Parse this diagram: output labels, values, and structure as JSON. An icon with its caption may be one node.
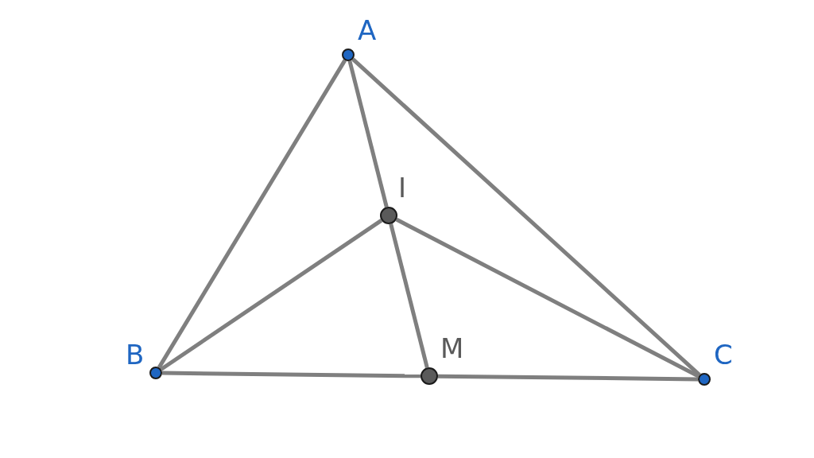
{
  "diagram": {
    "nodes": [
      {
        "text": [
          "A"
        ]
      },
      {
        "text": [
          "I"
        ]
      },
      {
        "text": [
          "B"
        ]
      },
      {
        "text": [
          "M"
        ]
      },
      {
        "text": [
          "C"
        ]
      }
    ],
    "edges": [
      {
        "from": 0,
        "to": 2,
        "arrow": "none"
      },
      {
        "from": 0,
        "to": 4,
        "arrow": "none"
      },
      {
        "from": 0,
        "to": 1,
        "arrow": "none"
      },
      {
        "from": 1,
        "to": 3,
        "arrow": "none"
      },
      {
        "from": 2,
        "to": 1,
        "arrow": "none"
      },
      {
        "from": 1,
        "to": 4,
        "arrow": "none"
      },
      {
        "from": 2,
        "to": 3,
        "arrow": "none"
      },
      {
        "from": 3,
        "to": 4,
        "arrow": "none"
      }
    ]
  }
}
